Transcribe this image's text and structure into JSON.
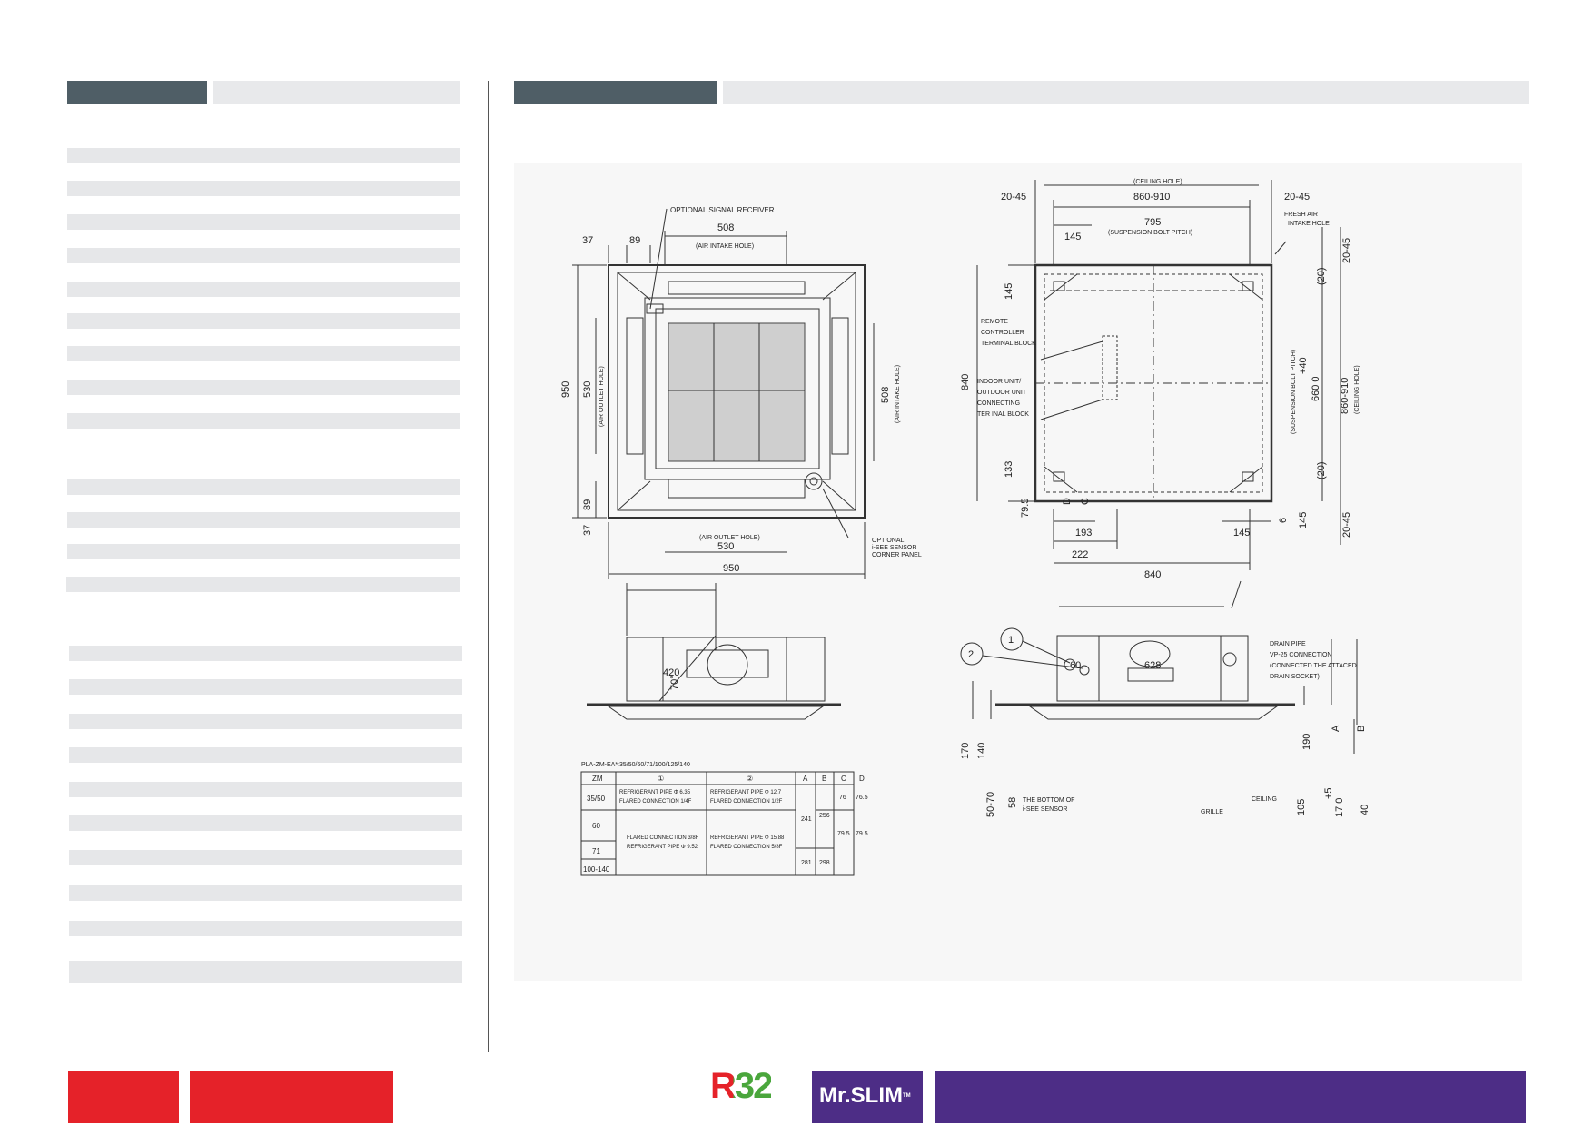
{
  "drawing": {
    "top_view": {
      "optional_signal_receiver": "OPTIONAL SIGNAL RECEIVER",
      "dim_37_top": "37",
      "dim_89_top": "89",
      "dim_508_top": "508",
      "air_intake_hole_top": "(AIR INTAKE HOLE)",
      "dim_950_left": "950",
      "dim_530_left": "530",
      "air_outlet_hole_left": "(AIR OUTLET HOLE)",
      "dim_508_right": "508",
      "air_intake_hole_right": "(AIR INTAKE HOLE)",
      "dim_89_bottom": "89",
      "dim_37_bottom": "37",
      "air_outlet_hole_bottom": "(AIR OUTLET HOLE)",
      "dim_530_bottom": "530",
      "dim_950_bottom": "950",
      "optional_sensor_line1": "OPTIONAL",
      "optional_sensor_line2": "i-SEE SENSOR",
      "optional_sensor_line3": "CORNER PANEL"
    },
    "ceiling_view": {
      "ceiling_hole_top": "(CEILING HOLE)",
      "dim_860_910_top": "860-910",
      "dim_20_45_left": "20-45",
      "dim_20_45_right": "20-45",
      "dim_795": "795",
      "suspension_bolt_pitch_top": "(SUSPENSION BOLT PITCH)",
      "fresh_air_line1": "FRESH AIR",
      "fresh_air_line2": "INTAKE HOLE",
      "dim_145_top": "145",
      "dim_145_left": "145",
      "remote_line1": "REMOTE",
      "remote_line2": "CONTROLLER",
      "remote_line3": "TERMINAL BLOCK",
      "dim_840_left": "840",
      "indoor_line1": "INDOOR UNIT/",
      "indoor_line2": "OUTDOOR UNIT",
      "indoor_line3": "CONNECTING",
      "indoor_line4": "TER  INAL BLOCK",
      "dim_133": "133",
      "dim_79_5": "79.5",
      "label_d": "D",
      "label_c": "C",
      "dim_193": "193",
      "dim_222": "222",
      "dim_840_bottom": "840",
      "dim_145_bottom": "145",
      "dim_6": "6",
      "dim_145_right": "145",
      "dim_20_45_right_bottom": "20-45",
      "dim_20_top_right": "(20)",
      "dim_20_bottom_right": "(20)",
      "dim_plus40": "+40",
      "dim_660_0": "660  0",
      "suspension_bolt_pitch_right": "(SUSPENSION BOLT PITCH)",
      "dim_860_910_right": "860-910",
      "ceiling_hole_right": "(CEILING HOLE)",
      "dim_20_45_right_top": "20-45"
    },
    "side_view_left": {
      "dim_420": "420",
      "angle_70": "70°"
    },
    "side_view_right": {
      "dim_60": "60",
      "dim_628": "628",
      "drain_line1": "DRAIN PIPE",
      "drain_line2": "VP-25 CONNECTION",
      "drain_line3": "(CONNECTED THE ATTACED",
      "drain_line4": "DRAIN SOCKET)",
      "circle_1": "1",
      "circle_2": "2",
      "label_a": "A",
      "label_b": "B",
      "dim_190": "190",
      "dim_170": "170",
      "dim_140": "140",
      "dim_50_70": "50-70",
      "dim_58": "58",
      "bottom_sensor_line1": "THE BOTTOM OF",
      "bottom_sensor_line2": "i-SEE SENSOR",
      "grille": "GRILLE",
      "ceiling": "CEILING",
      "dim_105": "105",
      "dim_plus5": "+5",
      "dim_170_0": "17 0",
      "dim_40": "40"
    },
    "table": {
      "caption": "PLA-ZM-EA*:35/50/60/71/100/125/140",
      "headers": [
        "ZM",
        "①",
        "②",
        "A",
        "B",
        "C",
        "D"
      ],
      "row_models": [
        "35/50",
        "60",
        "71",
        "100-140"
      ],
      "pipe1_small_l1": "REFRIGERANT PIPE  Φ 6.35",
      "pipe1_small_l2": "FLARED CONNECTION 1/4F",
      "pipe1_large_l1": "FLARED CONNECTION 3/8F",
      "pipe1_large_l2": "REFRIGERANT PIPE  Φ 9.52",
      "pipe2_small_l1": "REFRIGERANT PIPE  Φ 12.7",
      "pipe2_small_l2": "FLARED CONNECTION 1/2F",
      "pipe2_large_l1": "REFRIGERANT PIPE  Φ 15.88",
      "pipe2_large_l2": "FLARED CONNECTION 5/8F",
      "a_241": "241",
      "b_256": "256",
      "a_281": "281",
      "b_298": "298",
      "c_76": "76",
      "d_76_5": "76.5",
      "c_79_5": "79.5",
      "d_79_5": "79.5"
    }
  },
  "footer": {
    "r32_logo": "R32",
    "mrslim_logo": "Mr.SLIM",
    "trademark": "TM"
  },
  "colors": {
    "header_dark": "#4f5e66",
    "header_light": "#e8e9eb",
    "placeholder_bar": "#e6e7e9",
    "footer_red": "#e52229",
    "footer_purple": "#4d2d86",
    "r32_red": "#e52229",
    "r32_green": "#4aa63c"
  }
}
